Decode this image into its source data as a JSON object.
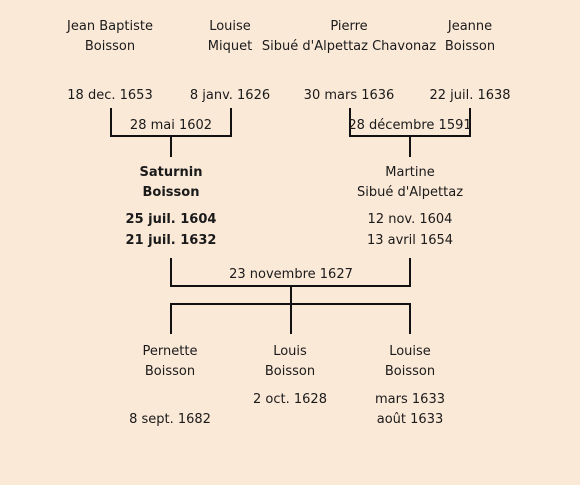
{
  "grandparents": {
    "jean_baptiste": {
      "first": "Jean Baptiste",
      "last": "Boisson",
      "date": "18 dec. 1653"
    },
    "louise_miquet": {
      "first": "Louise",
      "last": "Miquet",
      "date": "8 janv. 1626"
    },
    "pierre": {
      "first": "Pierre",
      "last": "Sibué d'Alpettaz Chavonaz",
      "date": "30 mars 1636"
    },
    "jeanne": {
      "first": "Jeanne",
      "last": "Boisson",
      "date": "22 juil. 1638"
    }
  },
  "marriages": {
    "left": "28 mai 1602",
    "right": "28 décembre 1591",
    "parents": "23 novembre 1627"
  },
  "parents": {
    "saturnin": {
      "first": "Saturnin",
      "last": "Boisson",
      "birth": "25 juil. 1604",
      "death": "21 juil. 1632"
    },
    "martine": {
      "first": "Martine",
      "last": "Sibué d'Alpettaz",
      "birth": "12 nov. 1604",
      "death": "13 avril 1654"
    }
  },
  "children": {
    "pernette": {
      "first": "Pernette",
      "last": "Boisson",
      "death": "8 sept. 1682"
    },
    "louis": {
      "first": "Louis",
      "last": "Boisson",
      "birth": "2 oct. 1628"
    },
    "louise": {
      "first": "Louise",
      "last": "Boisson",
      "birth": "mars 1633",
      "death": "août 1633"
    }
  }
}
